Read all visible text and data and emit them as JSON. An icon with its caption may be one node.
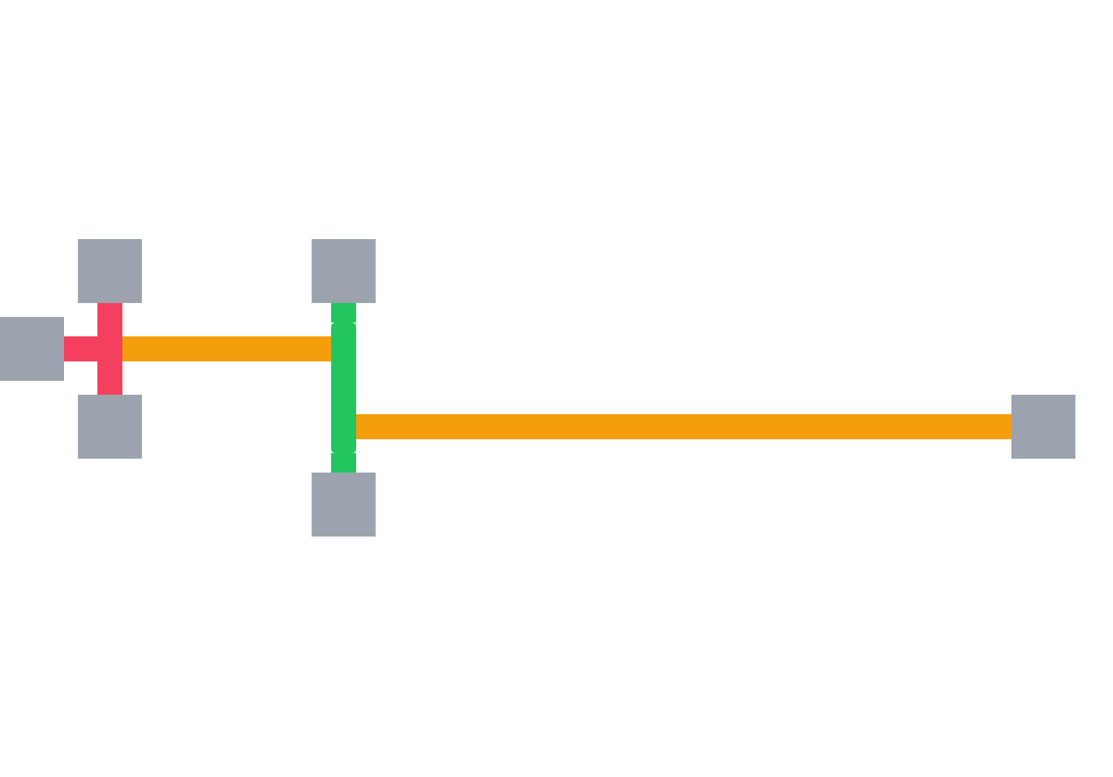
{
  "diagram": {
    "nodes": [
      {
        "text": [],
        "shape": "box"
      },
      {
        "text": [],
        "shape": "box"
      },
      {
        "text": [],
        "shape": "box"
      },
      {
        "text": [],
        "shape": "box"
      },
      {
        "text": [],
        "shape": "box"
      },
      {
        "text": [],
        "shape": "box"
      },
      {
        "text": [],
        "shape": "box"
      },
      {
        "text": [],
        "shape": "bar"
      }
    ],
    "edges": [
      {
        "from": 0,
        "to": 6,
        "arrow": "none",
        "color": "#f43f5e"
      },
      {
        "from": 1,
        "to": 6,
        "arrow": "none",
        "color": "#f43f5e"
      },
      {
        "from": 2,
        "to": 6,
        "arrow": "none",
        "color": "#f43f5e"
      },
      {
        "from": 6,
        "to": 7,
        "arrow": "none",
        "color": "#f59e0b"
      },
      {
        "from": 3,
        "to": 7,
        "arrow": "none",
        "color": "#22c55e"
      },
      {
        "from": 4,
        "to": 7,
        "arrow": "none",
        "color": "#22c55e"
      },
      {
        "from": 7,
        "to": 5,
        "arrow": "none",
        "color": "#f59e0b"
      }
    ]
  }
}
